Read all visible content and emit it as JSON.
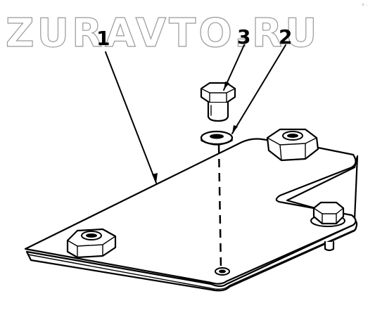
{
  "watermark": {
    "text": "ZURAVTO.RU"
  },
  "callouts": [
    {
      "label": "1"
    },
    {
      "label": "3"
    },
    {
      "label": "2"
    }
  ],
  "corner_mark": {
    "text": "⁂ ..."
  }
}
